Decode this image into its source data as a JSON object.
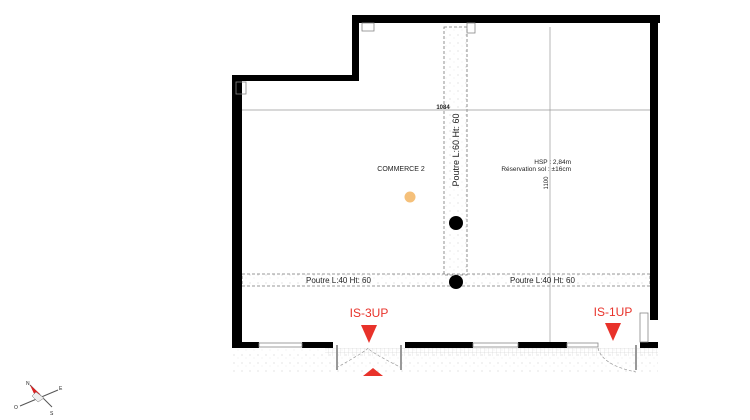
{
  "plan": {
    "room_name": "COMMERCE 2",
    "beam_vertical": "Poutre L:60 Ht: 60",
    "beam_horizontal_left": "Poutre L:40  Ht: 60",
    "beam_horizontal_right": "Poutre L:40  Ht: 60",
    "dimension_width": "1084",
    "dimension_depth": "1100",
    "hsp": "HSP : 2,84m",
    "reservation": "Réservation sol : ±16cm",
    "markers": [
      {
        "label": "IS-3UP"
      },
      {
        "label": "IS-1UP"
      }
    ],
    "compass": {
      "n": "N",
      "e": "E",
      "s": "S",
      "o": "O"
    },
    "colors": {
      "wall": "#000000",
      "marker": "#e8322a",
      "point": "#f5c07a"
    }
  }
}
